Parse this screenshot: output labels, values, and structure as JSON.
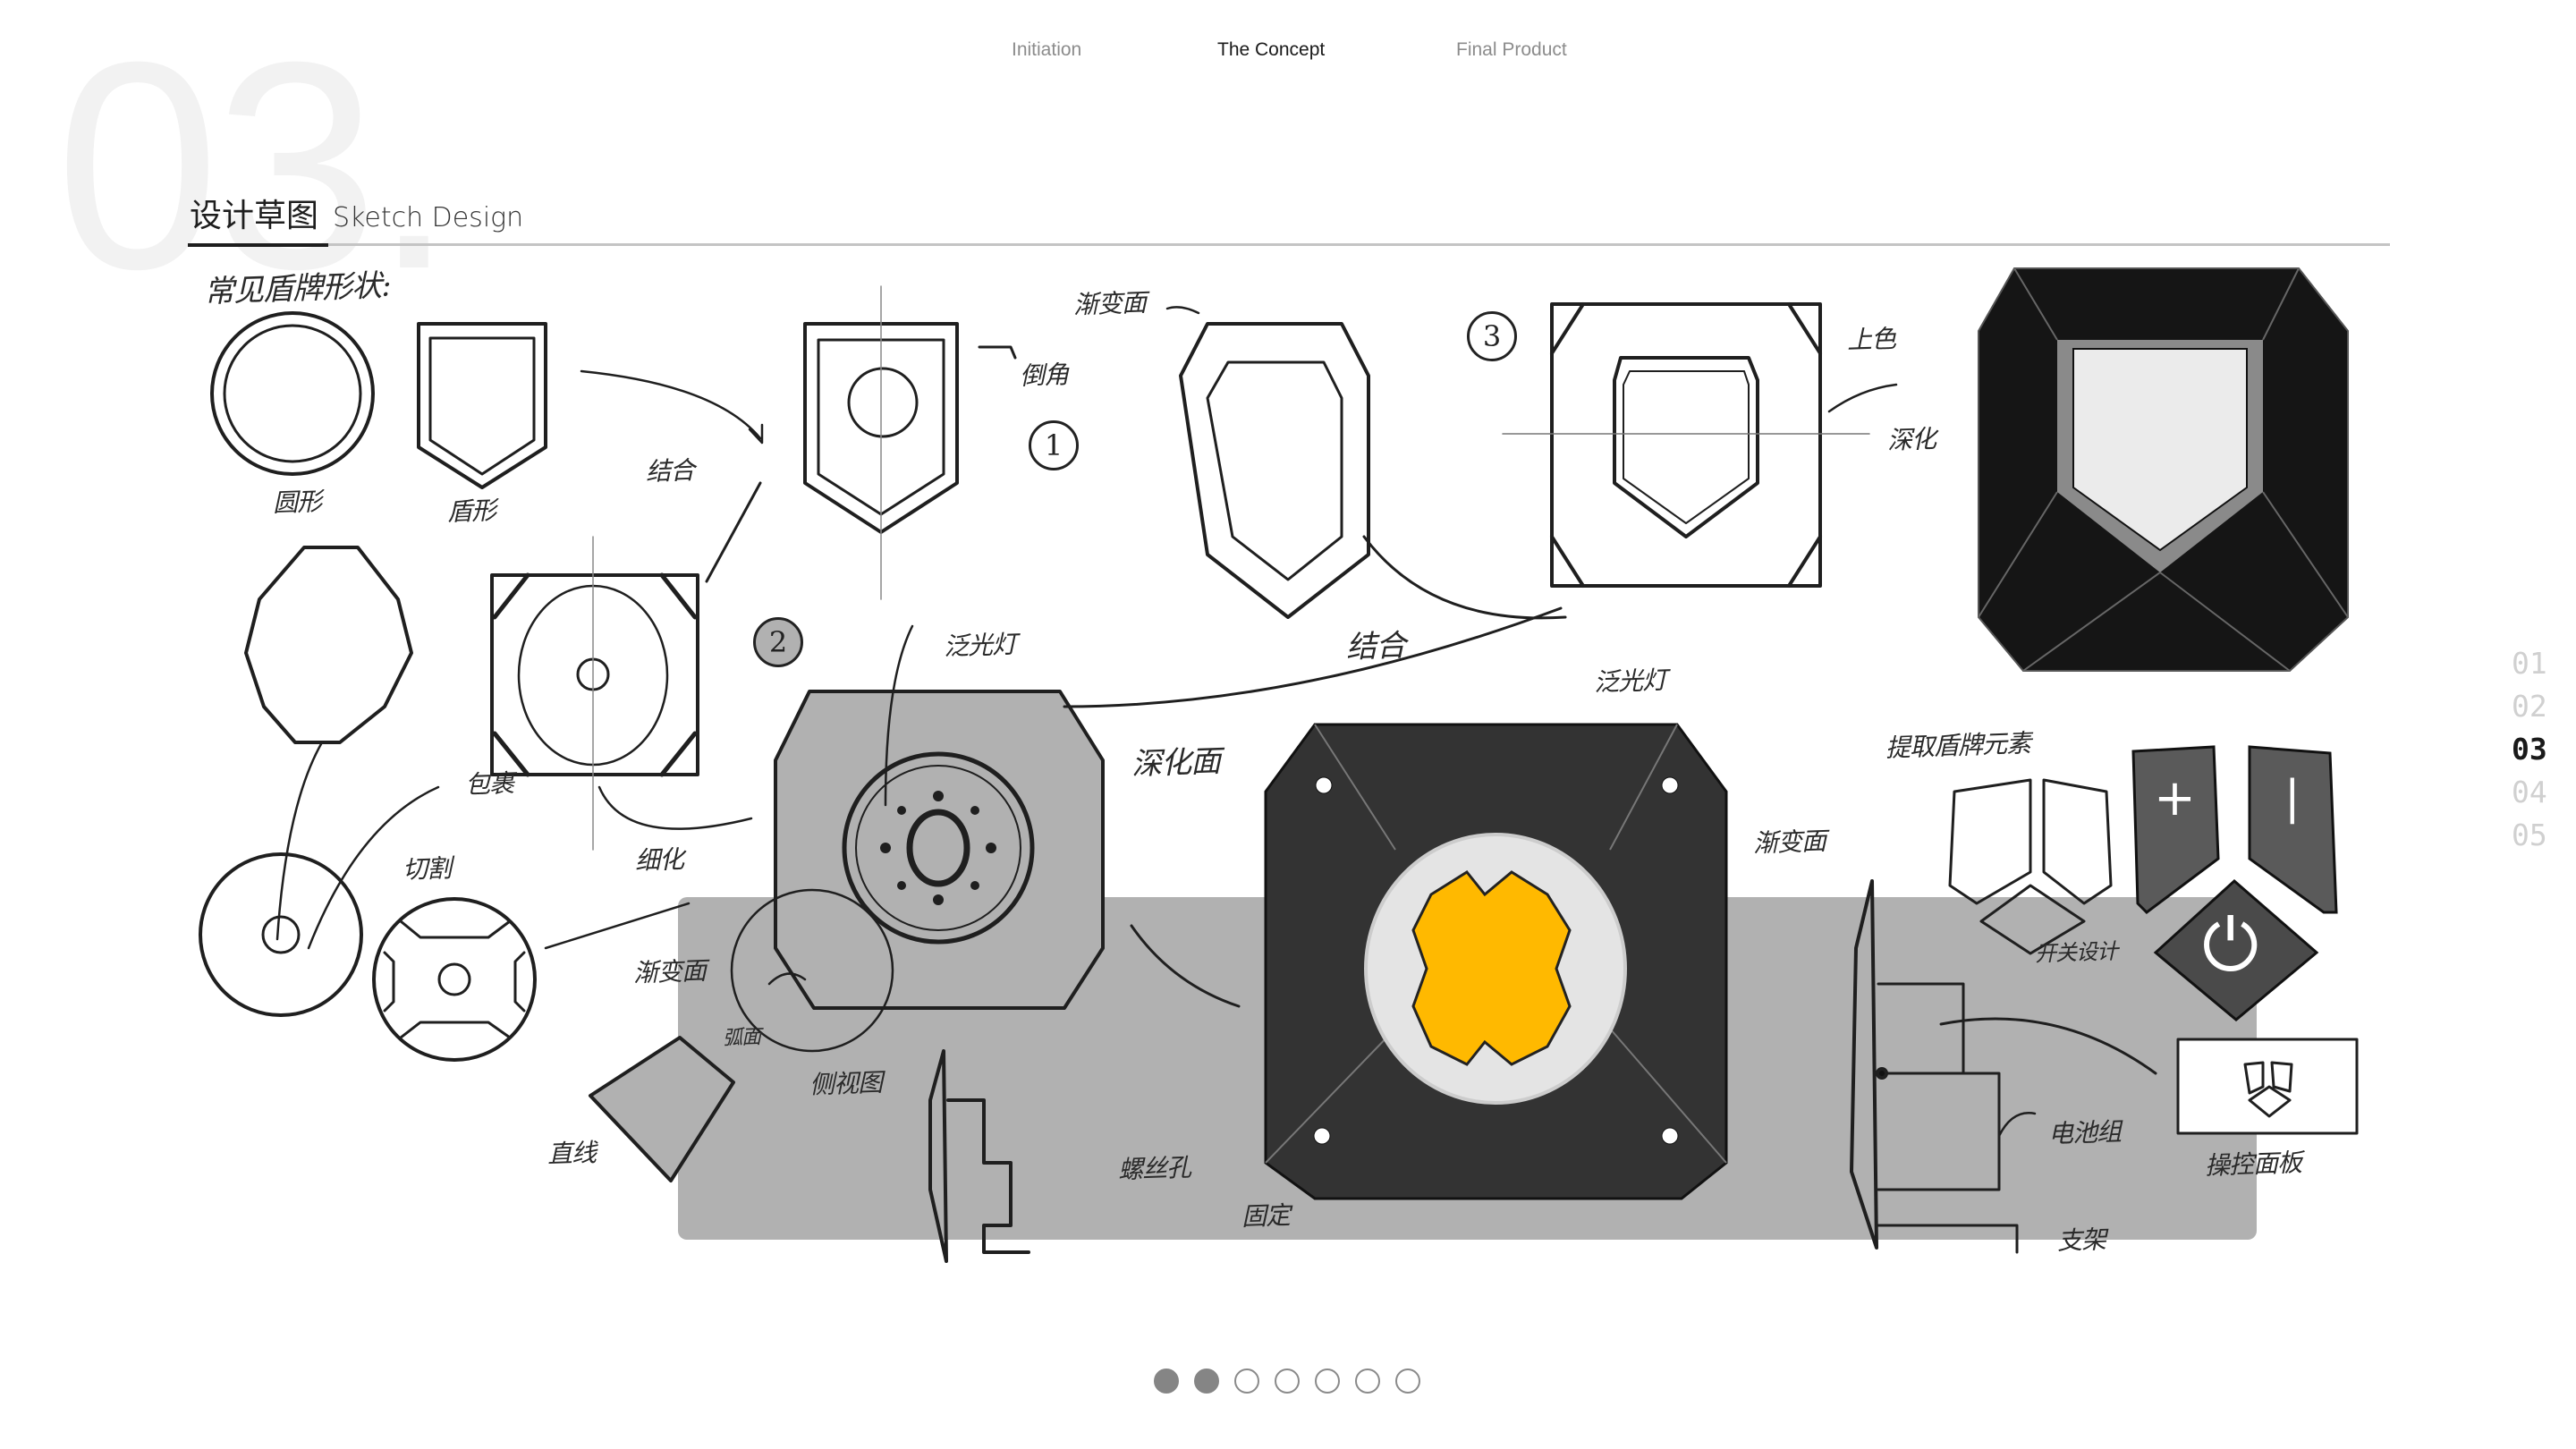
{
  "background_number": "03.",
  "nav": {
    "items": [
      {
        "label": "Initiation",
        "active": false
      },
      {
        "label": "The Concept",
        "active": true
      },
      {
        "label": "Final Product",
        "active": false
      }
    ]
  },
  "section": {
    "title_cn": "设计草图",
    "title_en": "Sketch Design"
  },
  "page_index": {
    "items": [
      "01",
      "02",
      "03",
      "04",
      "05"
    ],
    "active": "03"
  },
  "pagination": {
    "total": 7,
    "filled": 2
  },
  "colors": {
    "accent_light": "#FFB900",
    "lamp_body": "#333333",
    "panel_gray": "#B1B1B1",
    "rule_dark": "#1E1E1E",
    "rule_light": "#C4C4C4",
    "bg_number": "#F2F2F2"
  },
  "sketch": {
    "annotations": {
      "common_shapes": "常见盾牌形状:",
      "circle": "圆形",
      "shield": "盾形",
      "combine": "结合",
      "chamfer": "倒角",
      "gradient_surface_1": "渐变面",
      "step_1": "1",
      "step_2": "2",
      "step_3": "3",
      "coloring": "上色",
      "deepen": "深化",
      "wrap": "包裹",
      "cut": "切割",
      "refine": "细化",
      "floodlight_1": "泛光灯",
      "combine_2": "结合",
      "deepen_surface": "深化面",
      "floodlight_2": "泛光灯",
      "gradient_surface_2": "渐变面",
      "gradient_surface_3": "渐变面",
      "curved_surface": "弧面",
      "straight_line": "直线",
      "side_view": "侧视图",
      "screw_hole": "螺丝孔",
      "fixed": "固定",
      "extract_shield_elements": "提取盾牌元素",
      "switch_design": "开关设计",
      "battery_pack": "电池组",
      "control_panel": "操控面板",
      "bracket": "支架"
    },
    "controls": {
      "plus_label": "+",
      "minus_label": "|",
      "power_label": "⏻"
    }
  }
}
